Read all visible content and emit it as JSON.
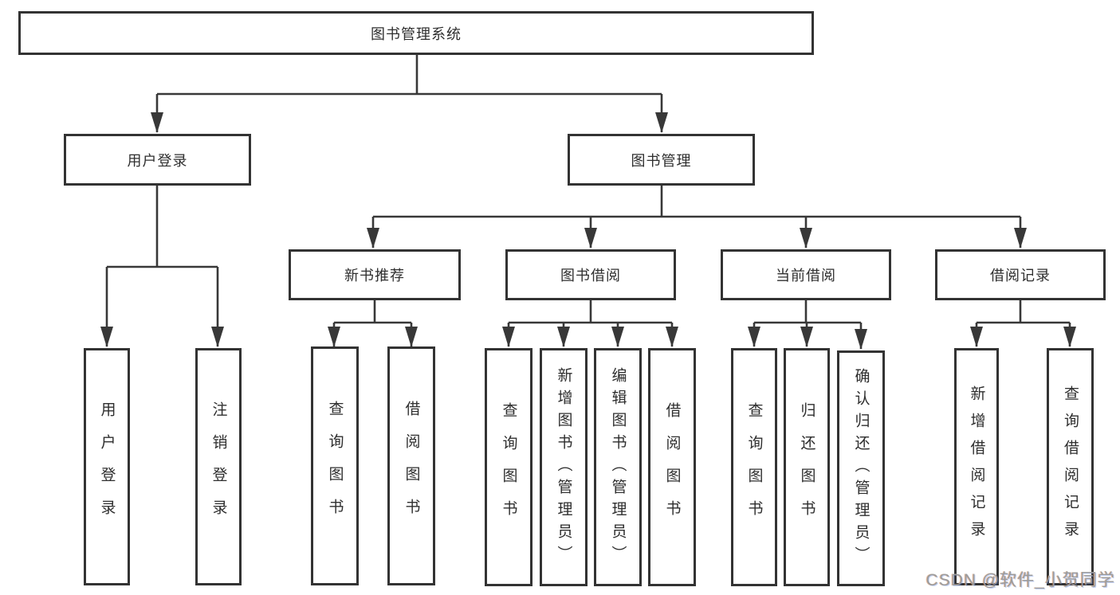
{
  "colors": {
    "background": "#ffffff",
    "line": "#383838",
    "box_border": "#333333",
    "box_fill": "#ffffff",
    "text": "#2e2e2e",
    "watermark": "#9c9c9c"
  },
  "nodes": {
    "root": {
      "label": "图书管理系统"
    },
    "user_login_branch": {
      "label": "用户登录"
    },
    "book_management": {
      "label": "图书管理"
    },
    "user_login": {
      "label": "用户登录"
    },
    "logout_login": {
      "label": "注销登录"
    },
    "new_book_recommend": {
      "label": "新书推荐"
    },
    "book_borrow": {
      "label": "图书借阅"
    },
    "current_borrow": {
      "label": "当前借阅"
    },
    "borrow_records": {
      "label": "借阅记录"
    },
    "nb_query_books": {
      "label": "查询图书"
    },
    "nb_borrow_books": {
      "label": "借阅图书"
    },
    "bb_query_books": {
      "label": "查询图书"
    },
    "bb_add_books_admin": {
      "label": "新增图书（管理员）"
    },
    "bb_edit_books_admin": {
      "label": "编辑图书（管理员）"
    },
    "bb_borrow_books": {
      "label": "借阅图书"
    },
    "cb_query_books": {
      "label": "查询图书"
    },
    "cb_return_books": {
      "label": "归还图书"
    },
    "cb_confirm_return_admin": {
      "label": "确认归还（管理员）"
    },
    "br_add_record": {
      "label": "新增借阅记录"
    },
    "br_query_record": {
      "label": "查询借阅记录"
    }
  },
  "hierarchy": {
    "图书管理系统": {
      "用户登录": [
        "用户登录",
        "注销登录"
      ],
      "图书管理": {
        "新书推荐": [
          "查询图书",
          "借阅图书"
        ],
        "图书借阅": [
          "查询图书",
          "新增图书（管理员）",
          "编辑图书（管理员）",
          "借阅图书"
        ],
        "当前借阅": [
          "查询图书",
          "归还图书",
          "确认归还（管理员）"
        ],
        "借阅记录": [
          "新增借阅记录",
          "查询借阅记录"
        ]
      }
    }
  },
  "watermark": {
    "text": "CSDN @软件_小贺同学"
  }
}
